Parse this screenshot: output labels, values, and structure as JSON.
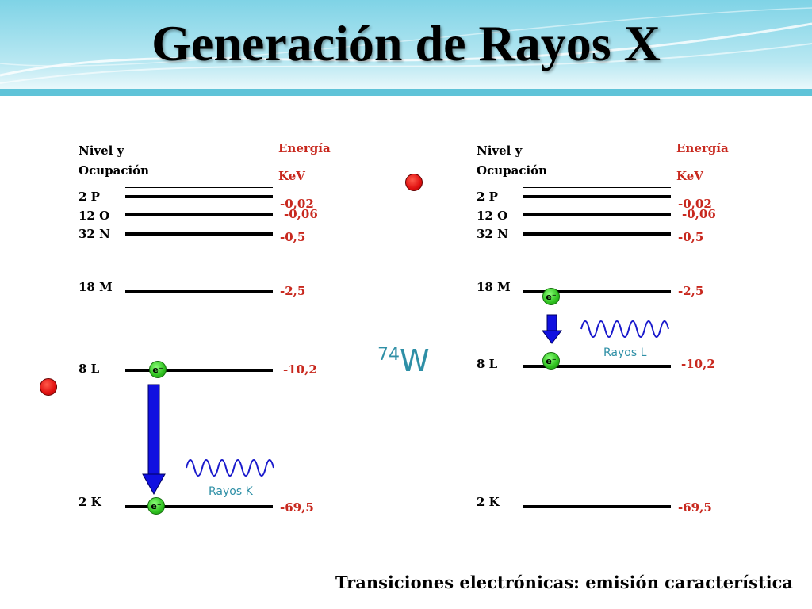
{
  "title": "Generación de Rayos X",
  "caption": "Transiciones electrónicas: emisión característica",
  "element": {
    "z": "74",
    "symbol": "W"
  },
  "header": {
    "level_line1": "Nivel y",
    "level_line2": "Ocupación",
    "energy_line1": "Energía",
    "energy_line2": "KeV"
  },
  "levels": [
    {
      "label": "2 P",
      "energy": "-0,02"
    },
    {
      "label": "12 O",
      "energy": "-0,06"
    },
    {
      "label": "32 N",
      "energy": "-0,5"
    },
    {
      "label": "18 M",
      "energy": "-2,5"
    },
    {
      "label": "8 L",
      "energy": "-10,2"
    },
    {
      "label": "2 K",
      "energy": "-69,5"
    }
  ],
  "rays": {
    "k_label": "Rayos K",
    "l_label": "Rayos L"
  },
  "electron_label": "e⁻",
  "colors": {
    "energy": "#c8281e",
    "ray": "#2e8fa6",
    "arrow": "#1010e0",
    "electron": "#2fc11f",
    "incident": "#e01010",
    "banner": "#5fc3d8"
  }
}
